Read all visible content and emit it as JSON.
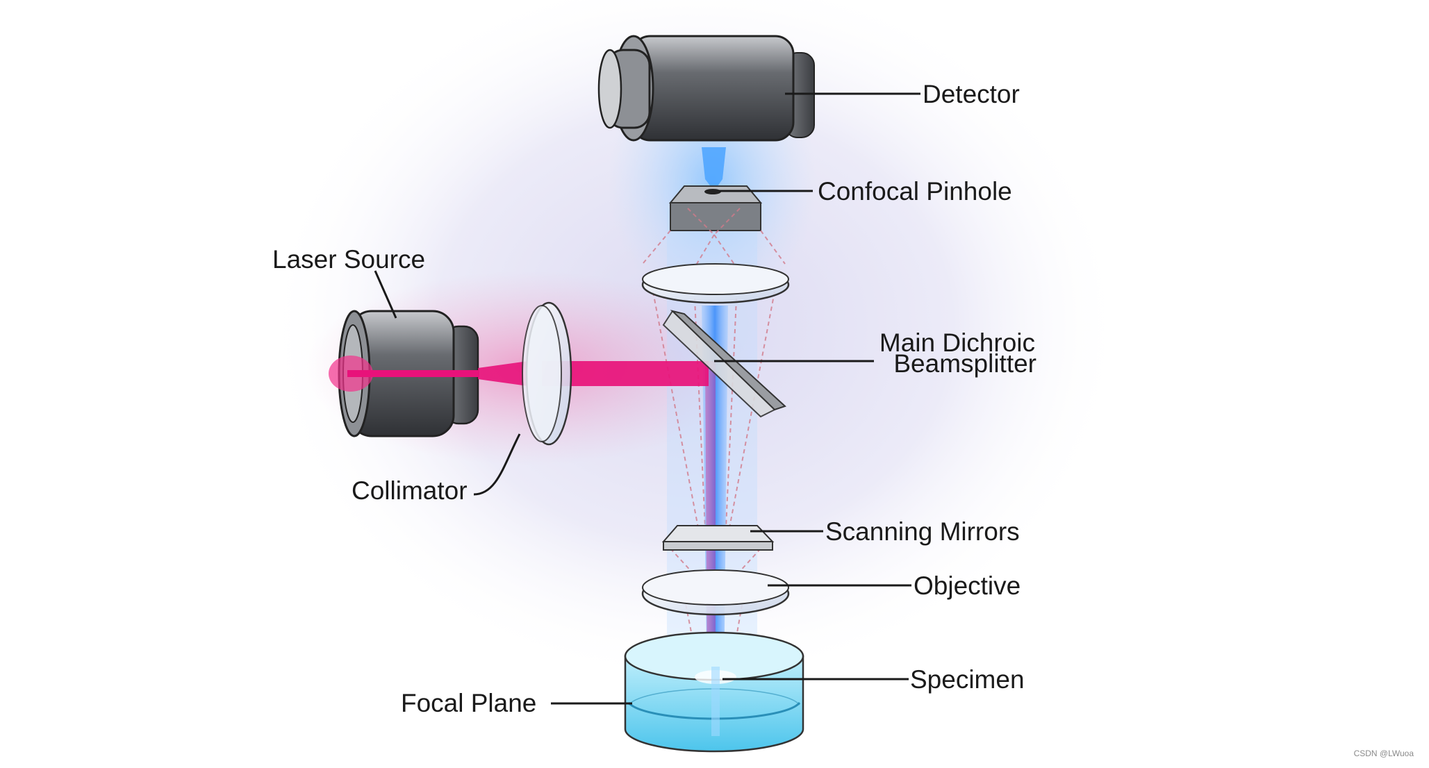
{
  "labels": {
    "detector": "Detector",
    "confocal_pinhole": "Confocal Pinhole",
    "laser_source": "Laser Source",
    "main_dichroic_line1": "Main Dichroic",
    "main_dichroic_line2": "Beamsplitter",
    "collimator": "Collimator",
    "scanning_mirrors": "Scanning Mirrors",
    "objective": "Objective",
    "specimen": "Specimen",
    "focal_plane": "Focal Plane"
  },
  "watermark": "CSDN @LWuoa",
  "colors": {
    "laser": "#e8127a",
    "emission": "#3c8dfa",
    "metal": "#4a4d52",
    "background_glow": "#e9e8f7"
  }
}
